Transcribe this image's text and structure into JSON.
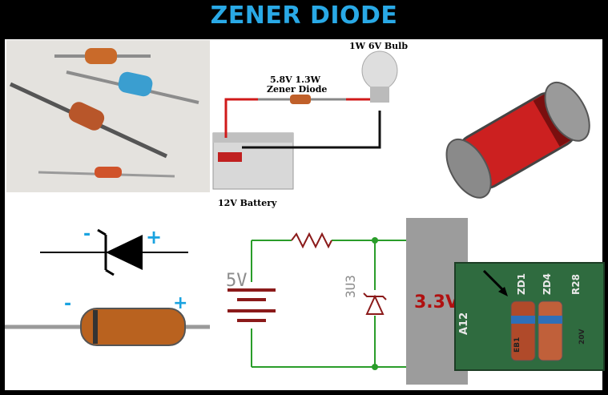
{
  "title": "ZENER DIODE",
  "circuit_labels": {
    "bulb": "1W 6V Bulb",
    "diode_line1": "5.8V 1.3W",
    "diode_line2": "Zener Diode",
    "battery": "12V Battery"
  },
  "symbol_signs": {
    "minus": "-",
    "plus": "+"
  },
  "regulator": {
    "supply": "5V",
    "zener": "3U3",
    "output": "3.3V"
  },
  "pcb_labels": [
    "A12",
    "ZD1",
    "ZD4",
    "R28",
    "EB1",
    "20V"
  ],
  "colors": {
    "title": "#29a9e6",
    "sign_blue": "#1aa3e0",
    "circuit_green": "#2a9d2a",
    "component_red": "#8b1a1a",
    "output_box": "#9c9c9c"
  }
}
